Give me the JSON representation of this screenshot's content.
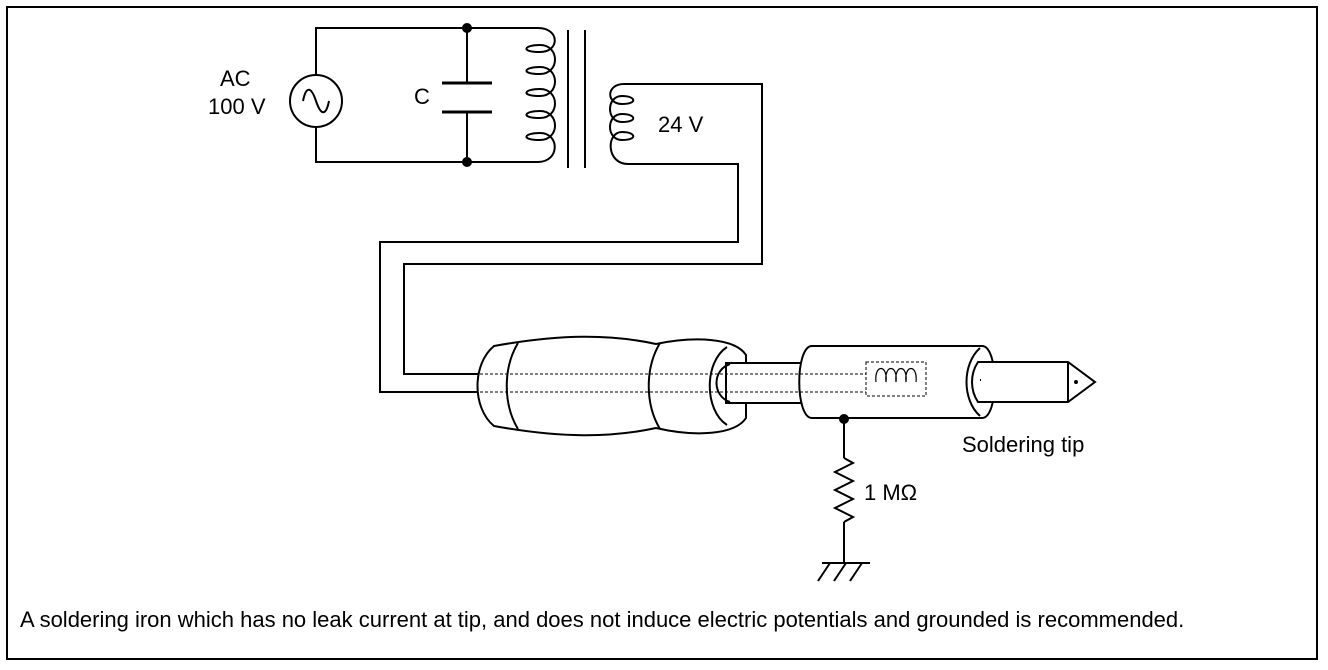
{
  "labels": {
    "ac_source": "AC",
    "ac_voltage": "100 V",
    "capacitor": "C",
    "secondary_voltage": "24 V",
    "soldering_tip": "Soldering tip",
    "resistor": "1 MΩ"
  },
  "caption": "A soldering iron which has no leak current at tip, and does not induce electric potentials and grounded is recommended."
}
